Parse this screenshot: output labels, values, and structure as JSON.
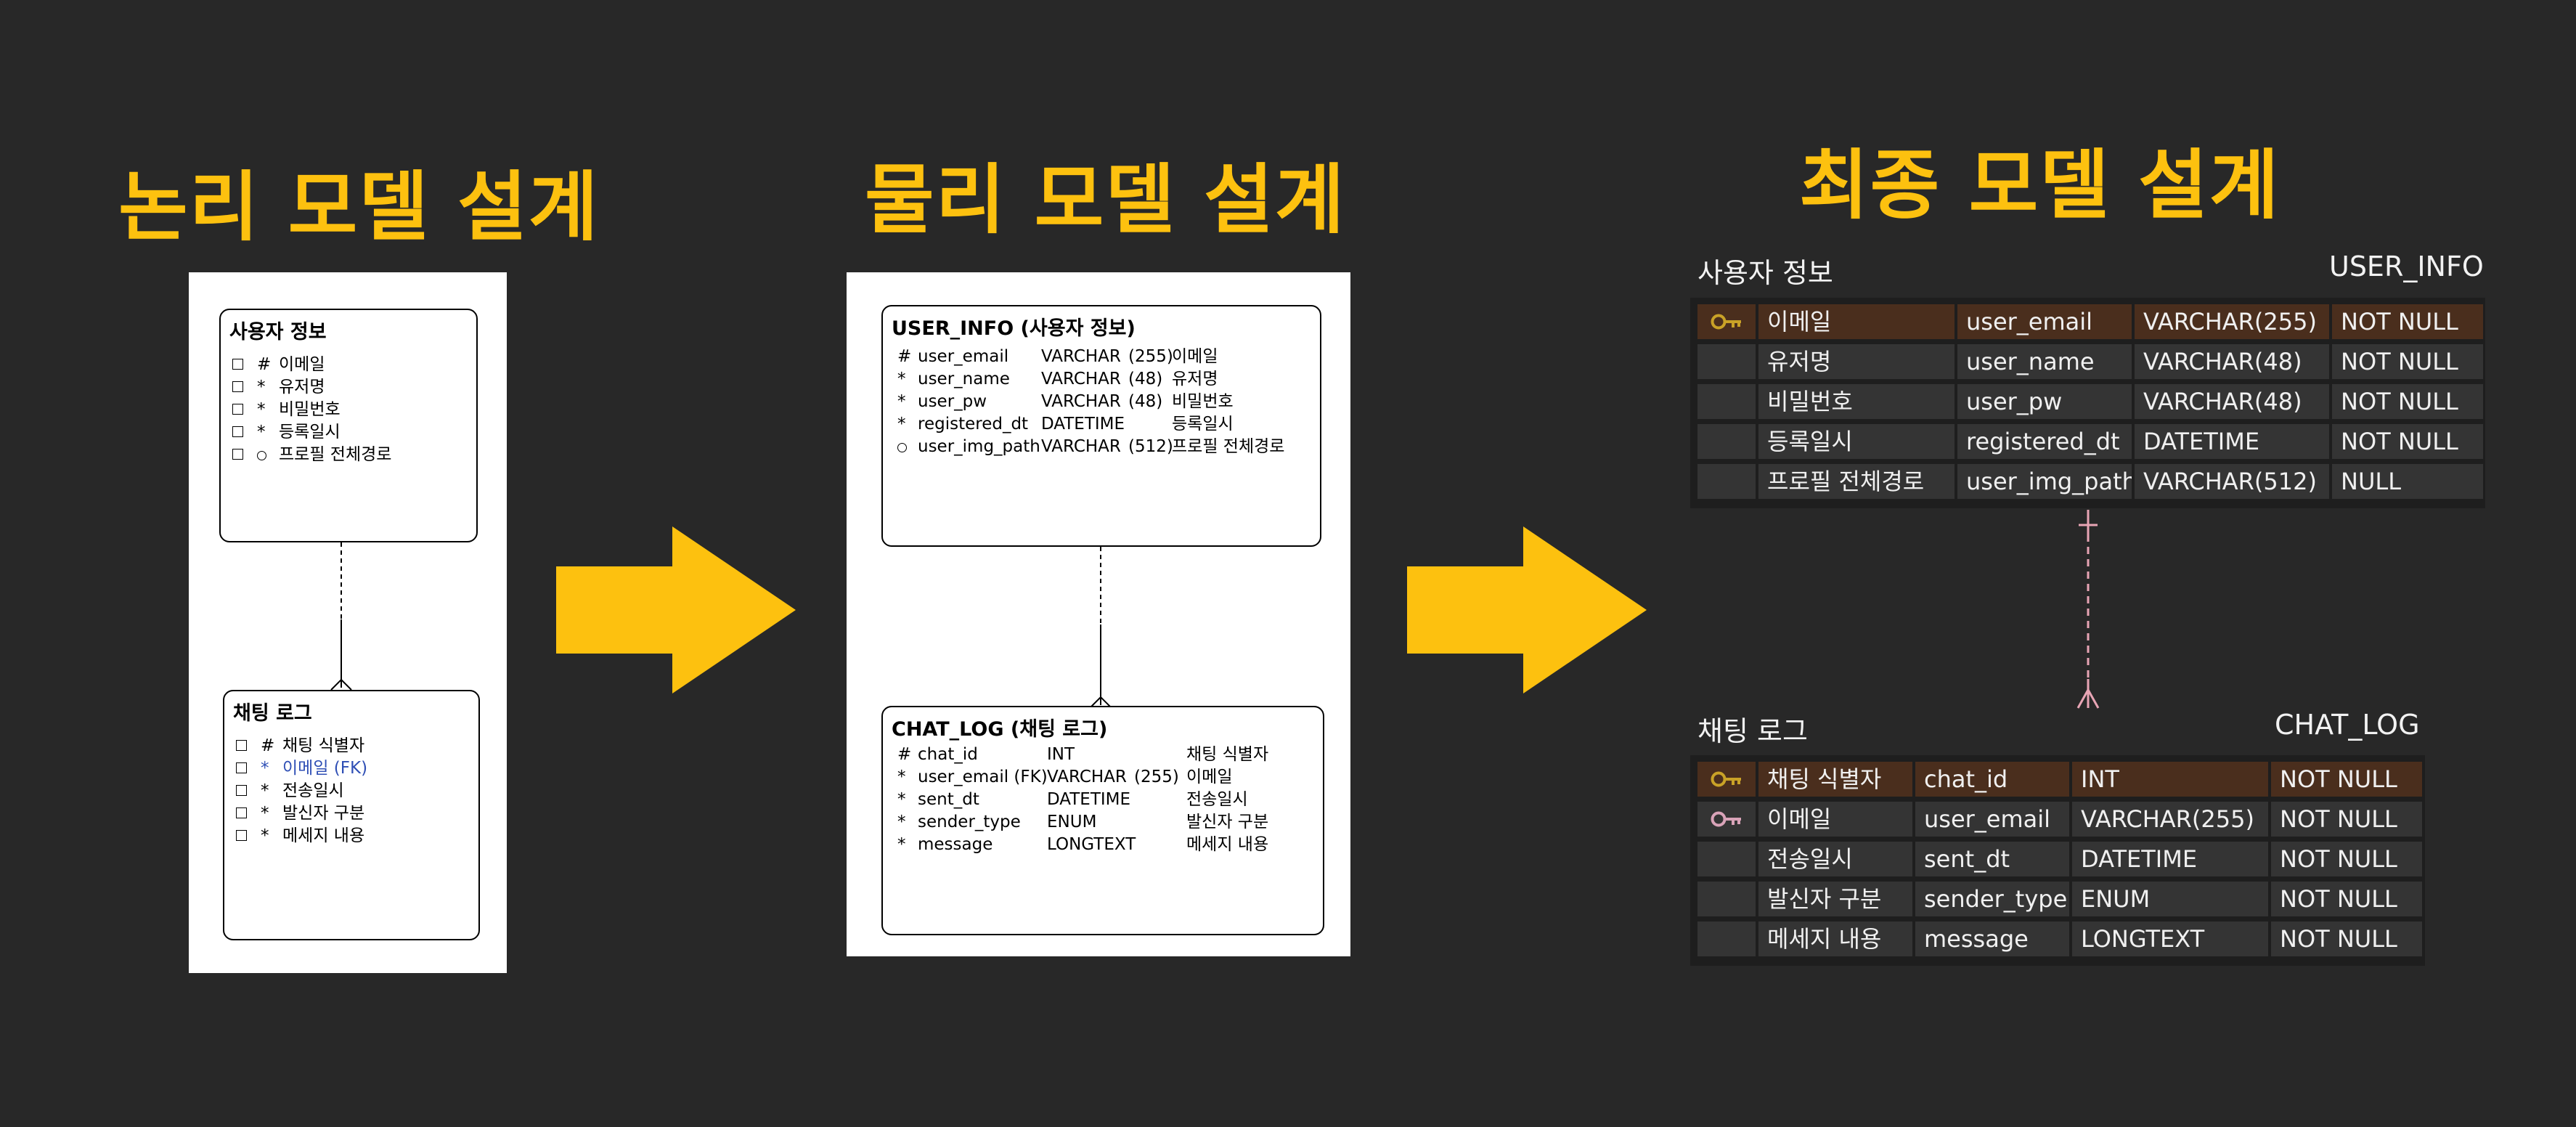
{
  "colors": {
    "background": "#282828",
    "title": "#FDC10F",
    "arrow": "#FDC10F",
    "fk_text": "#2F4FB5",
    "pk_row": "#4a2e1d",
    "table_cell": "#343434",
    "relation_line": "#e8a5b5",
    "pk_key_icon": "#C9A227",
    "fk_key_icon": "#D9A3B8"
  },
  "stages": {
    "logical": "논리 모델 설계",
    "physical": "물리 모델 설계",
    "final": "최종 모델 설계"
  },
  "logical": {
    "user": {
      "title": "사용자 정보",
      "rows": [
        {
          "marker": "#",
          "name": "이메일"
        },
        {
          "marker": "*",
          "name": "유저명"
        },
        {
          "marker": "*",
          "name": "비밀번호"
        },
        {
          "marker": "*",
          "name": "등록일시"
        },
        {
          "marker": "o",
          "name": "프로필 전체경로"
        }
      ]
    },
    "chat": {
      "title": "채팅 로그",
      "rows": [
        {
          "marker": "#",
          "name": "채팅 식별자"
        },
        {
          "marker": "*",
          "name": "이메일 (FK)",
          "fk": true
        },
        {
          "marker": "*",
          "name": "전송일시"
        },
        {
          "marker": "*",
          "name": "발신자 구분"
        },
        {
          "marker": "*",
          "name": "메세지 내용"
        }
      ]
    }
  },
  "physical": {
    "user": {
      "title": "USER_INFO  (사용자 정보)",
      "rows": [
        {
          "marker": "#",
          "col": "user_email",
          "type": "VARCHAR",
          "len": "(255)",
          "desc": "이메일"
        },
        {
          "marker": "*",
          "col": "user_name",
          "type": "VARCHAR",
          "len": "(48)",
          "desc": "유저명"
        },
        {
          "marker": "*",
          "col": "user_pw",
          "type": "VARCHAR",
          "len": "(48)",
          "desc": "비밀번호"
        },
        {
          "marker": "*",
          "col": "registered_dt",
          "type": "DATETIME",
          "len": "",
          "desc": "등록일시"
        },
        {
          "marker": "o",
          "col": "user_img_path",
          "type": "VARCHAR",
          "len": "(512)",
          "desc": "프로필 전체경로"
        }
      ]
    },
    "chat": {
      "title": "CHAT_LOG  (채팅 로그)",
      "rows": [
        {
          "marker": "#",
          "col": "chat_id",
          "type": "INT",
          "len": "",
          "desc": "채팅 식별자"
        },
        {
          "marker": "*",
          "col": "user_email (FK)",
          "type": "VARCHAR",
          "len": "(255)",
          "desc": "이메일"
        },
        {
          "marker": "*",
          "col": "sent_dt",
          "type": "DATETIME",
          "len": "",
          "desc": "전송일시"
        },
        {
          "marker": "*",
          "col": "sender_type",
          "type": "ENUM",
          "len": "",
          "desc": "발신자 구분"
        },
        {
          "marker": "*",
          "col": "message",
          "type": "LONGTEXT",
          "len": "",
          "desc": "메세지 내용"
        }
      ]
    }
  },
  "final": {
    "user": {
      "title_ko": "사용자 정보",
      "title_en": "USER_INFO",
      "rows": [
        {
          "key": "pk",
          "name": "이메일",
          "col": "user_email",
          "type": "VARCHAR(255)",
          "nullability": "NOT NULL"
        },
        {
          "key": "",
          "name": "유저명",
          "col": "user_name",
          "type": "VARCHAR(48)",
          "nullability": "NOT NULL"
        },
        {
          "key": "",
          "name": "비밀번호",
          "col": "user_pw",
          "type": "VARCHAR(48)",
          "nullability": "NOT NULL"
        },
        {
          "key": "",
          "name": "등록일시",
          "col": "registered_dt",
          "type": "DATETIME",
          "nullability": "NOT NULL"
        },
        {
          "key": "",
          "name": "프로필 전체경로",
          "col": "user_img_path",
          "type": "VARCHAR(512)",
          "nullability": "NULL"
        }
      ]
    },
    "chat": {
      "title_ko": "채팅 로그",
      "title_en": "CHAT_LOG",
      "rows": [
        {
          "key": "pk",
          "name": "채팅 식별자",
          "col": "chat_id",
          "type": "INT",
          "nullability": "NOT NULL"
        },
        {
          "key": "fk",
          "name": "이메일",
          "col": "user_email",
          "type": "VARCHAR(255)",
          "nullability": "NOT NULL"
        },
        {
          "key": "",
          "name": "전송일시",
          "col": "sent_dt",
          "type": "DATETIME",
          "nullability": "NOT NULL"
        },
        {
          "key": "",
          "name": "발신자 구분",
          "col": "sender_type",
          "type": "ENUM",
          "nullability": "NOT NULL"
        },
        {
          "key": "",
          "name": "메세지 내용",
          "col": "message",
          "type": "LONGTEXT",
          "nullability": "NOT NULL"
        }
      ]
    }
  }
}
